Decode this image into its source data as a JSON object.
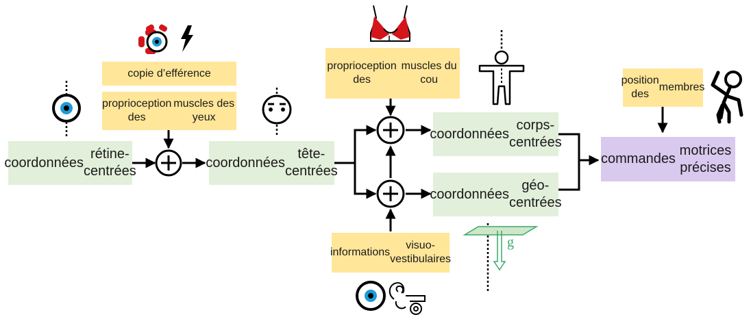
{
  "nodes": {
    "retina": {
      "lines": [
        "coordonnées",
        "rétine-centrées"
      ]
    },
    "head": {
      "lines": [
        "coordonnées",
        "tête-centrées"
      ]
    },
    "body": {
      "lines": [
        "coordonnées",
        "corps-centrées"
      ]
    },
    "geo": {
      "lines": [
        "coordonnées",
        "géo-centrées"
      ]
    },
    "motor": {
      "lines": [
        "commandes",
        "motrices précises"
      ]
    }
  },
  "inputs": {
    "efference": {
      "lines": [
        "copie d’efférence"
      ]
    },
    "eye_prop": {
      "lines": [
        "proprioception des",
        "muscles des yeux"
      ]
    },
    "neck_prop": {
      "lines": [
        "proprioception des",
        "muscles du cou"
      ]
    },
    "vestibular": {
      "lines": [
        "informations",
        "visuo-vestibulaires"
      ]
    },
    "limbs": {
      "lines": [
        "position des",
        "membres"
      ]
    }
  },
  "gravity_label": "g",
  "colors": {
    "frame_box": "#e2efda",
    "input_box": "#ffe699",
    "output_box": "#d9c9ee",
    "eye_iris": "#1e9bd7",
    "muscle_red": "#d4161c",
    "gravity_green": "#3aa86b"
  }
}
